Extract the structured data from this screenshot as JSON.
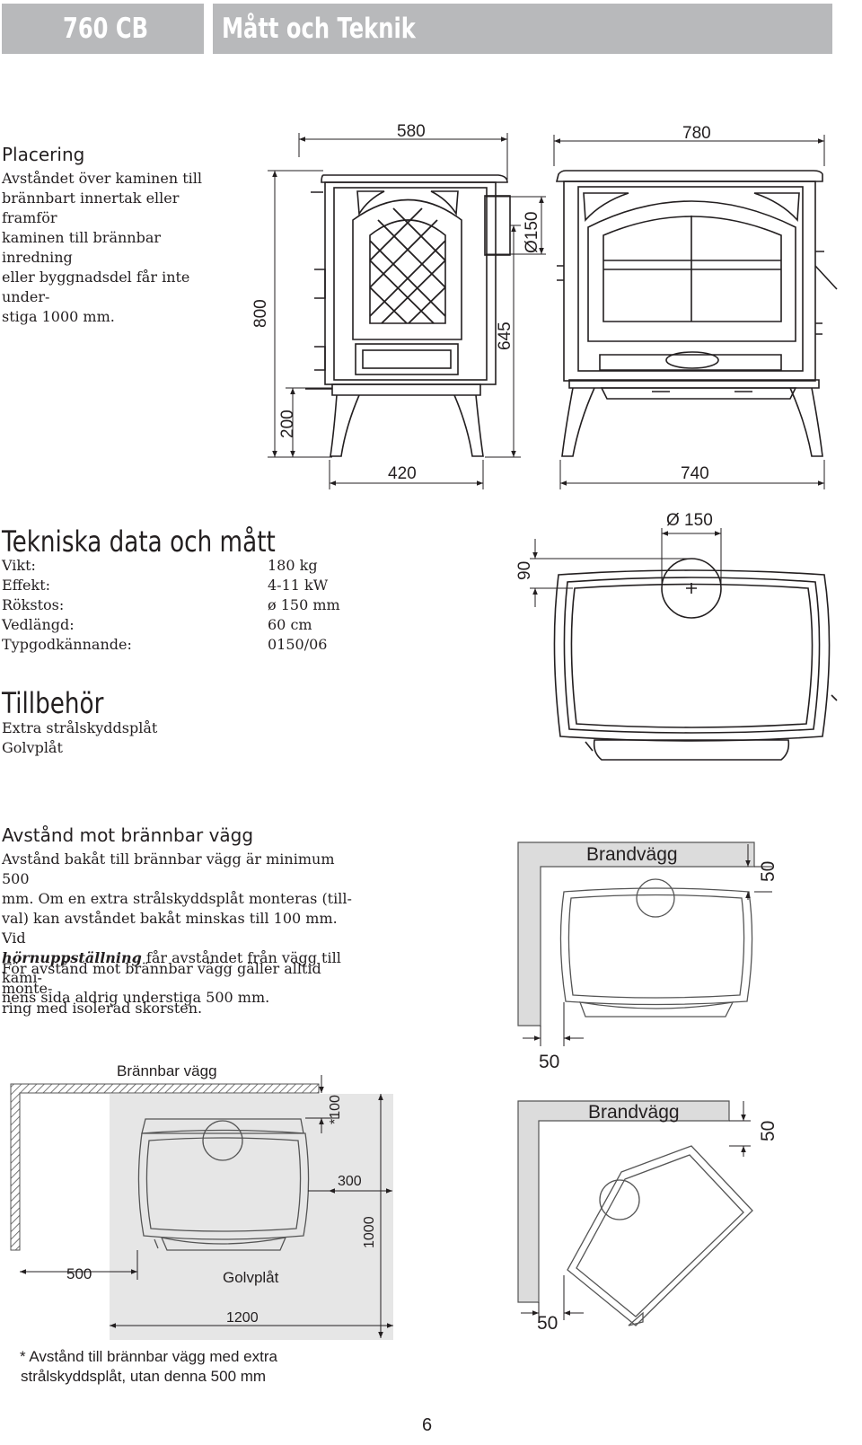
{
  "header": {
    "model": "760 CB",
    "section": "Mått och Teknik"
  },
  "placering": {
    "title": "Placering",
    "lines": [
      "Avståndet över kaminen till",
      "brännbart innertak eller framför",
      "kaminen till brännbar inredning",
      "eller byggnadsdel får inte under-",
      "stiga 1000 mm."
    ]
  },
  "drawing_dimensions": {
    "front_width": "580",
    "side_width": "780",
    "height": "800",
    "outlet_diameter": "Ø150",
    "outlet_height": "645",
    "leg_height": "200",
    "front_leg_span": "420",
    "side_leg_span": "740",
    "top_outlet": "Ø 150",
    "top_outlet_offset": "90"
  },
  "tekniska": {
    "title": "Tekniska data och mått",
    "rows": [
      {
        "label": "Vikt:",
        "value": "180 kg"
      },
      {
        "label": "Effekt:",
        "value": "4-11 kW"
      },
      {
        "label": "Rökstos:",
        "value": "ø 150 mm"
      },
      {
        "label": "Vedlängd:",
        "value": "60 cm"
      },
      {
        "label": "Typgodkännande:",
        "value": "0150/06"
      }
    ]
  },
  "tillbehor": {
    "title": "Tillbehör",
    "items": [
      "Extra strålskyddsplåt",
      "Golvplåt"
    ]
  },
  "avstand": {
    "title": "Avstånd mot brännbar vägg",
    "p1_lines": [
      "Avstånd bakåt till brännbar vägg är minimum 500",
      "mm. Om en extra strålskyddsplåt monteras (till-",
      "val) kan avståndet bakåt minskas till 100 mm. Vid"
    ],
    "p1_italic": "hörnuppställning",
    "p1_after_italic": " får avståndet från vägg till kami-",
    "p1_last": "nens sida aldrig understiga 500 mm.",
    "p2_lines": [
      "För avstånd mot brännbar vägg gäller alltid monte-",
      "ring med isolerad skorsten."
    ]
  },
  "wall_diagram_1": {
    "wall_label": "Brandvägg",
    "back_gap": "50",
    "side_gap": "50"
  },
  "wall_diagram_2": {
    "wall_label": "Brandvägg",
    "back_gap": "50",
    "side_gap": "50"
  },
  "floor_plate_diagram": {
    "wall_label": "Brännbar vägg",
    "back_distance": "*100",
    "front_extension": "300",
    "depth": "1000",
    "side_distance": "500",
    "plate_label": "Golvplåt",
    "width": "1200"
  },
  "footnote": {
    "lines": [
      "*  Avstånd till brännbar vägg med extra",
      "strålskyddsplåt, utan denna 500 mm"
    ]
  },
  "page_number": "6"
}
